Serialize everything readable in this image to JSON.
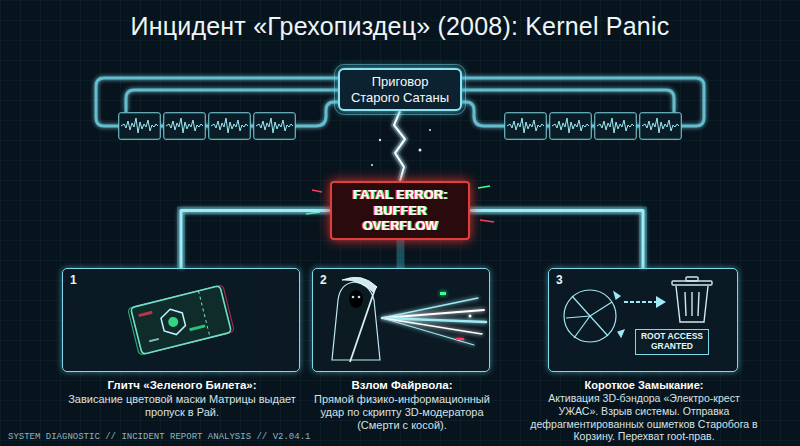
{
  "diagram": {
    "title": "Инцидент «Грехопиздец» (2008): Kernel Panic",
    "nodes": [
      {
        "text": [
          "Приговор Старого Сатаны"
        ]
      },
      {
        "text": [
          "FATAL ERROR: BUFFER OVERFLOW"
        ]
      },
      {
        "text": [
          "1",
          "Глитч «Зеленого Билета»:",
          "Зависание цветовой маски Матрицы выдает пропуск в Рай."
        ]
      },
      {
        "text": [
          "2",
          "Взлом Файрвола:",
          "Прямой физико-информационный удар по скрипту 3D-модератора (Смерти с косой)."
        ]
      },
      {
        "text": [
          "3",
          "Короткое Замыкание:",
          "Активация 3D-бэндора «Электро-крест УЖАС». Взрыв системы. Отправка дефрагментированных ошметков Старобога в Корзину. Перехват root-прав."
        ]
      },
      {
        "text": [
          "ROOT ACCESS GRANTED"
        ],
        "in": 4
      }
    ],
    "edges": [
      {
        "from": 0,
        "to": 1,
        "arrow": "none"
      },
      {
        "from": 1,
        "to": 2,
        "arrow": "none"
      },
      {
        "from": 1,
        "to": 3,
        "arrow": "none"
      },
      {
        "from": 1,
        "to": 4,
        "arrow": "none"
      }
    ],
    "labels": [
      "SYSTEM DIAGNOSTIC // INCIDENT REPORT ANALYSIS // V2.04.1"
    ]
  }
}
